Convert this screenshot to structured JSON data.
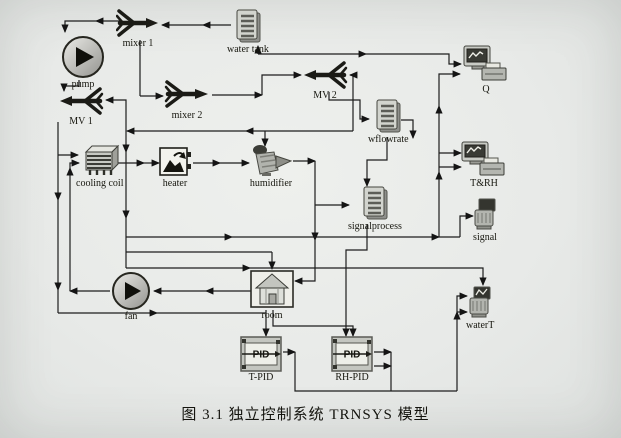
{
  "figure": {
    "caption": "图 3.1 独立控制系统 TRNSYS 模型"
  },
  "pid_text": "PID",
  "nodes": [
    {
      "id": "pump",
      "label": "pump"
    },
    {
      "id": "mixer1",
      "label": "mixer 1"
    },
    {
      "id": "water-tank",
      "label": "water tank"
    },
    {
      "id": "q-plotter",
      "label": "Q"
    },
    {
      "id": "mv2",
      "label": "MV 2"
    },
    {
      "id": "mv1",
      "label": "MV 1"
    },
    {
      "id": "mixer2",
      "label": "mixer 2"
    },
    {
      "id": "wflowrate",
      "label": "wflowrate"
    },
    {
      "id": "cooling-coil",
      "label": "cooling coil"
    },
    {
      "id": "heater",
      "label": "heater"
    },
    {
      "id": "humidifier",
      "label": "humidifier"
    },
    {
      "id": "t-rh-plotter",
      "label": "T&RH"
    },
    {
      "id": "signalprocess",
      "label": "signalprocess"
    },
    {
      "id": "signal",
      "label": "signal"
    },
    {
      "id": "fan",
      "label": "fan"
    },
    {
      "id": "room",
      "label": "room"
    },
    {
      "id": "waterT",
      "label": "waterT"
    },
    {
      "id": "t-pid",
      "label": "T-PID"
    },
    {
      "id": "rh-pid",
      "label": "RH-PID"
    }
  ]
}
